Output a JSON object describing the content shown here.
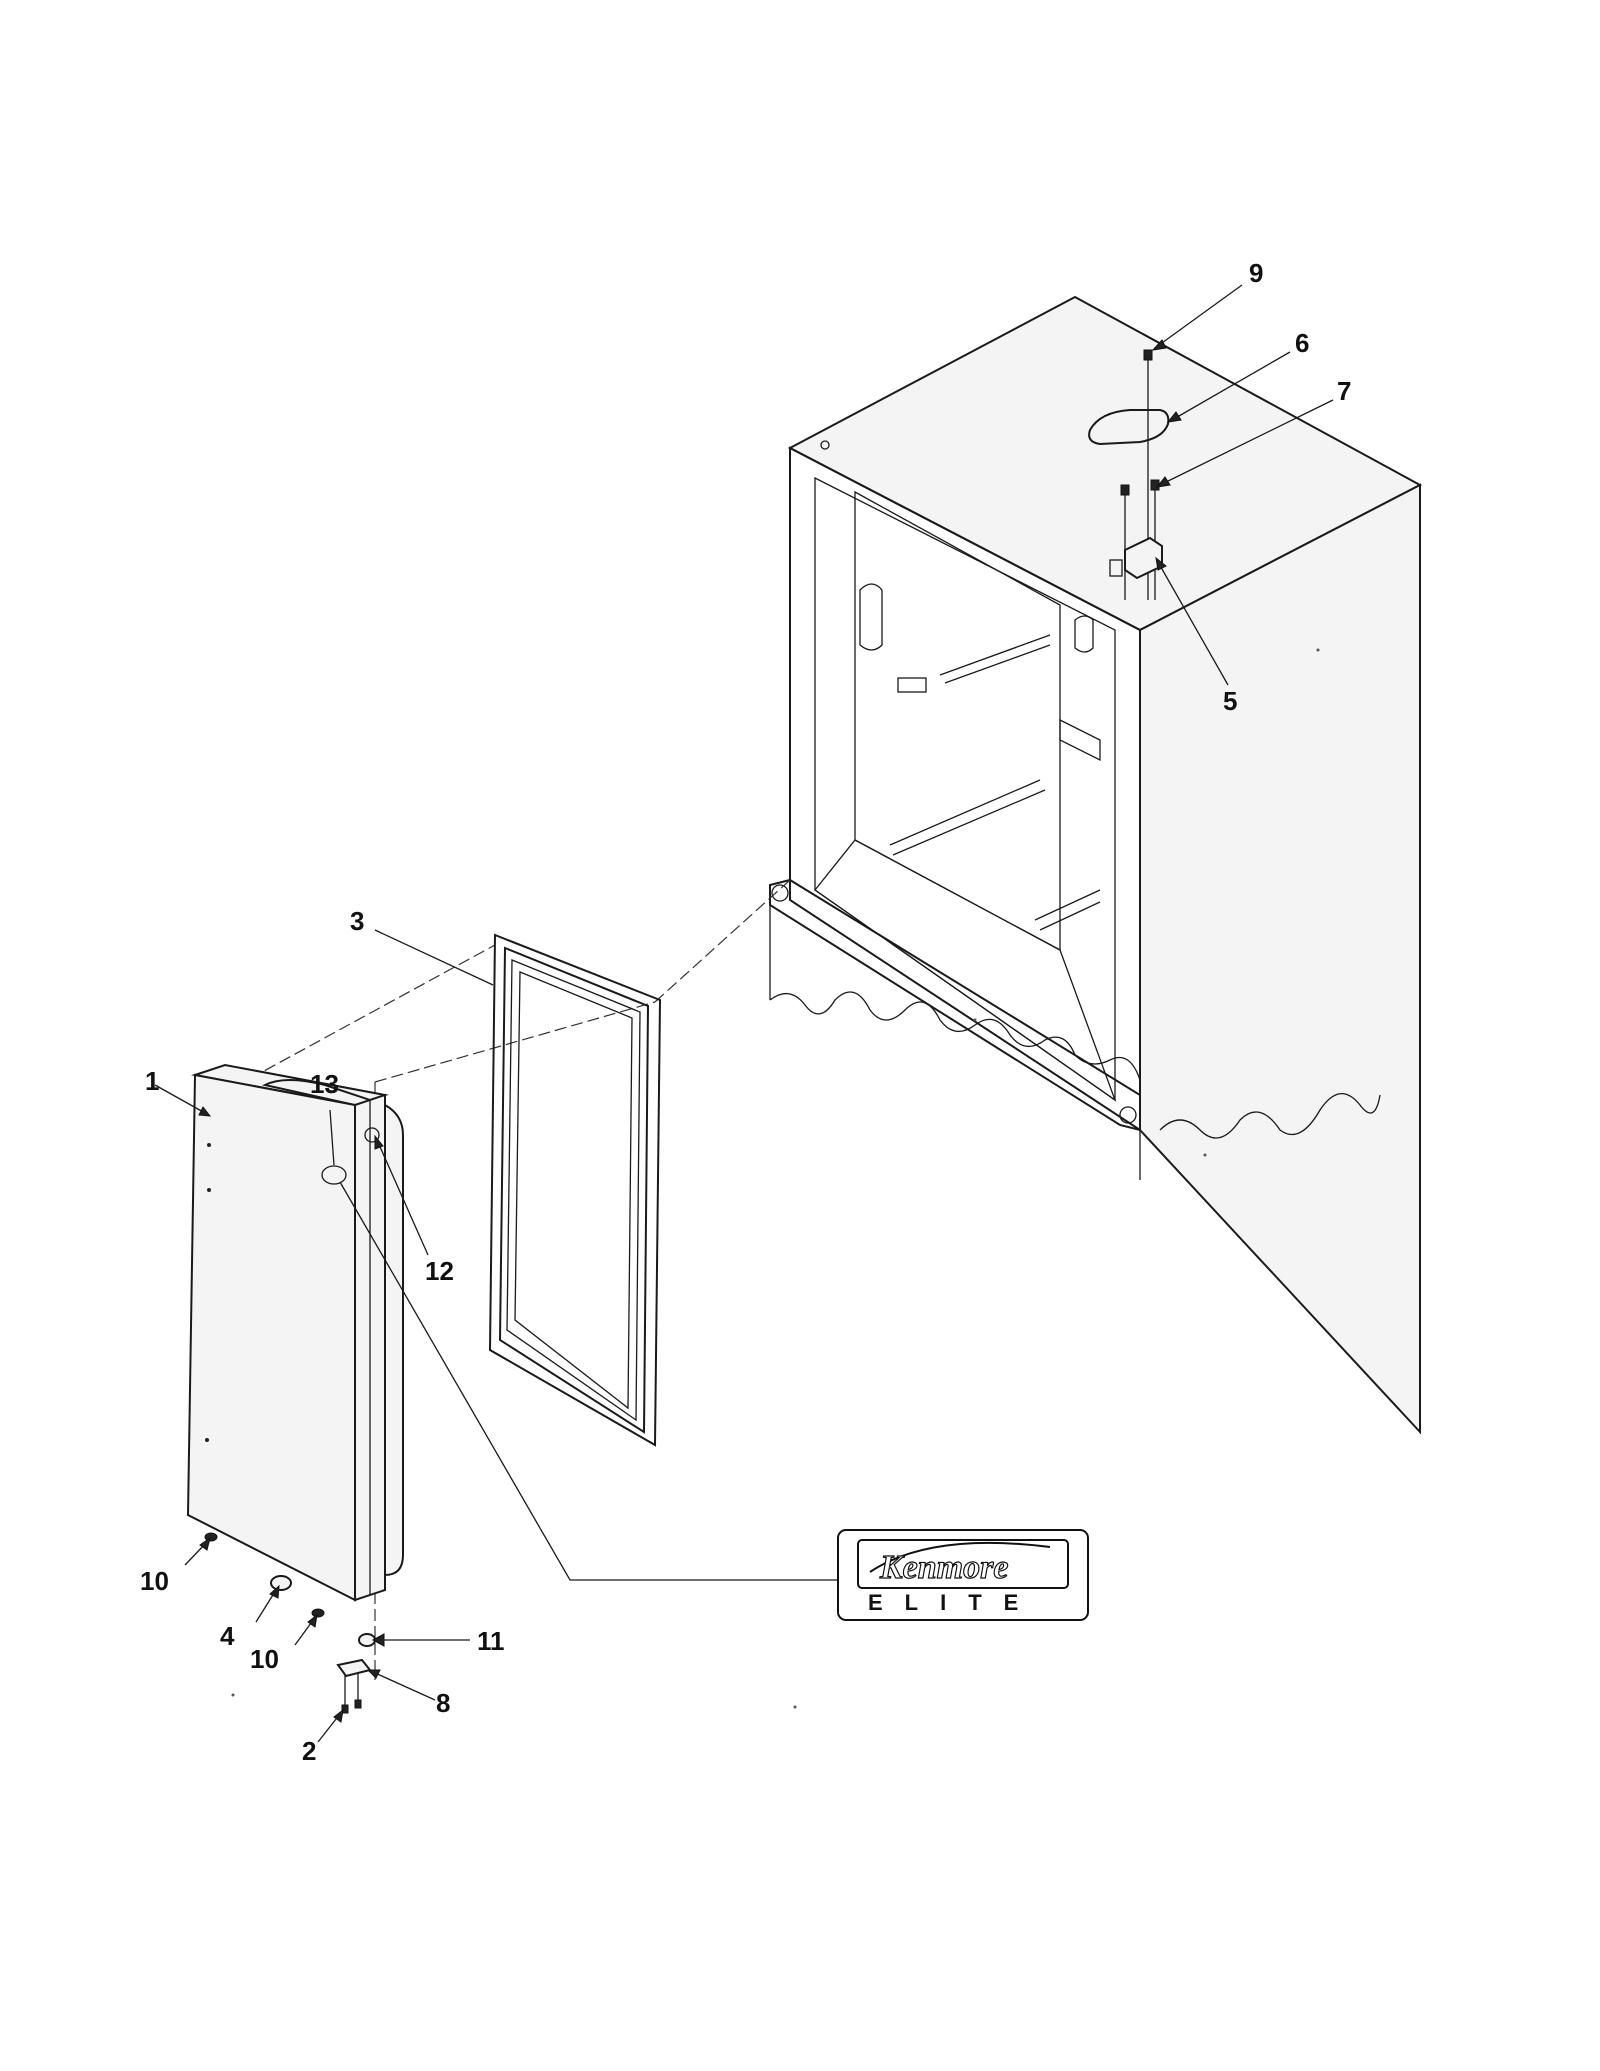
{
  "diagram": {
    "callouts": {
      "c1": "1",
      "c2": "2",
      "c3": "3",
      "c4": "4",
      "c5": "5",
      "c6": "6",
      "c7": "7",
      "c8": "8",
      "c9": "9",
      "c10a": "10",
      "c10b": "10",
      "c11": "11",
      "c12": "12",
      "c13": "13"
    },
    "badge": {
      "brand": "Kenmore",
      "sub": "ELITE"
    }
  }
}
